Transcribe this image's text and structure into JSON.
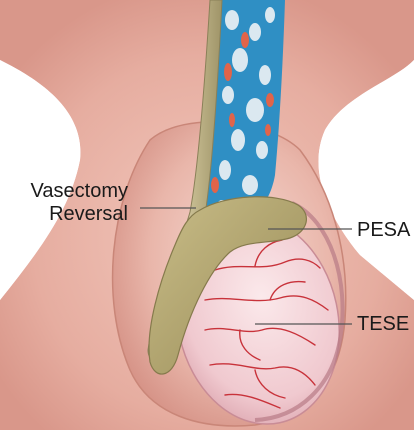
{
  "labels": {
    "vasectomy_line1": "Vasectomy",
    "vasectomy_line2": "Reversal",
    "pesa": "PESA",
    "tese": "TESE"
  },
  "colors": {
    "background": "#ffffff",
    "skin": "#e3a99c",
    "skin_shadow": "#c98678",
    "cord_blue": "#2f8fc4",
    "cord_vessel": "#dbe8f0",
    "cord_artery": "#e0644a",
    "vas_deferens": "#b8ae82",
    "epididymis": "#b0a36e",
    "testis": "#f2d4d8",
    "testis_vessel": "#c8323a",
    "text": "#1a1a1a",
    "leader_line": "#555555"
  }
}
